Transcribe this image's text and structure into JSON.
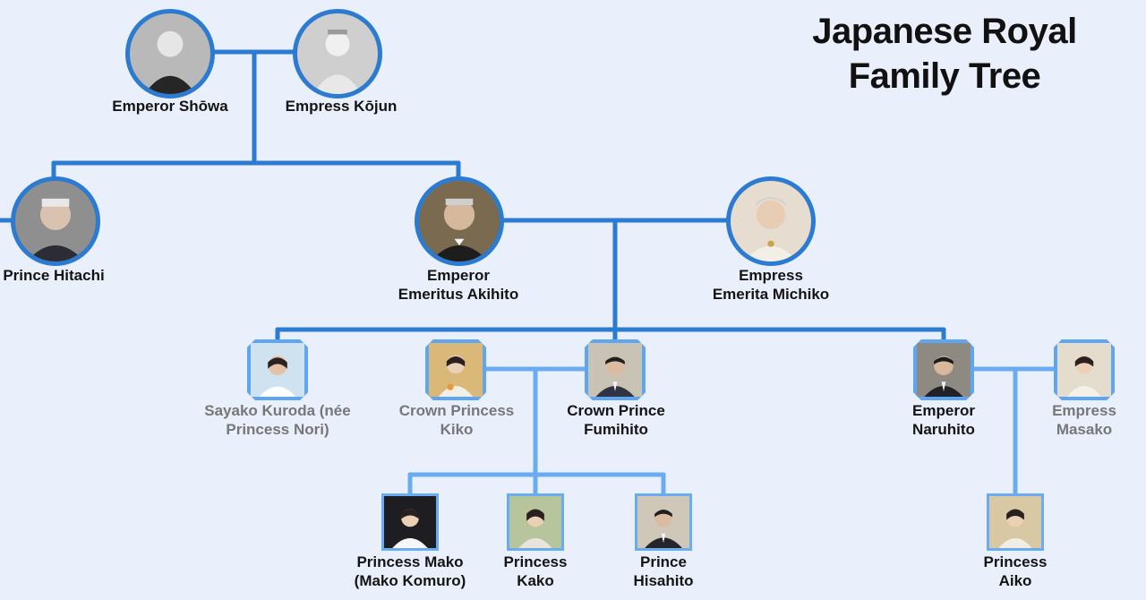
{
  "diagram": {
    "title_line1": "Japanese Royal",
    "title_line2": "Family Tree",
    "colors": {
      "generation_line": "#2b7bd2",
      "descendant_line": "#6aacf2",
      "background": "#e9effb"
    },
    "people": {
      "showa": {
        "name": "Emperor Shōwa"
      },
      "kojun": {
        "name": "Empress Kōjun"
      },
      "hitachi": {
        "name": "Prince Hitachi"
      },
      "akihito": {
        "line1": "Emperor",
        "line2": "Emeritus Akihito"
      },
      "michiko": {
        "line1": "Empress",
        "line2": "Emerita Michiko"
      },
      "sayako": {
        "line1": "Sayako Kuroda (née",
        "line2": "Princess Nori)"
      },
      "kiko": {
        "line1": "Crown Princess",
        "line2": "Kiko"
      },
      "fumihito": {
        "line1": "Crown Prince",
        "line2": "Fumihito"
      },
      "naruhito": {
        "line1": "Emperor",
        "line2": "Naruhito"
      },
      "masako": {
        "line1": "Empress",
        "line2": "Masako"
      },
      "mako": {
        "line1": "Princess Mako",
        "line2": "(Mako Komuro)"
      },
      "kako": {
        "line1": "Princess",
        "line2": "Kako"
      },
      "hisahito": {
        "line1": "Prince",
        "line2": "Hisahito"
      },
      "aiko": {
        "line1": "Princess",
        "line2": "Aiko"
      }
    }
  }
}
